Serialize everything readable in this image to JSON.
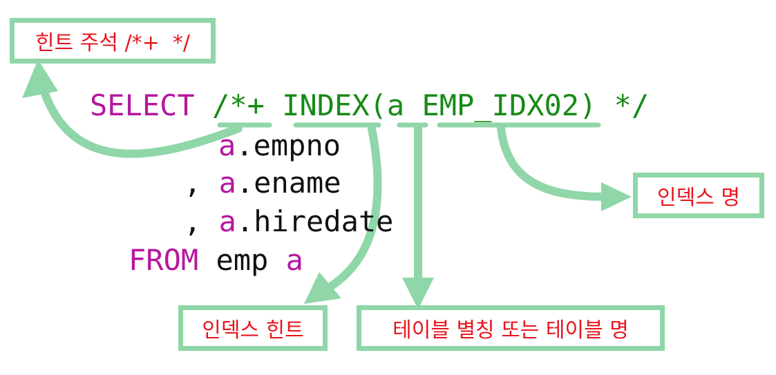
{
  "colors": {
    "keyword": "#b5179e",
    "hint": "#168a16",
    "label_text": "#e8141c",
    "annotation_green": "#8fd6a8",
    "plain": "#111111"
  },
  "code": {
    "line1": {
      "select": "SELECT",
      "hint_open": "/*+",
      "index_kw": "INDEX(",
      "alias": "a",
      "index_name": "EMP_IDX02",
      "close": ")",
      "hint_close": "*/"
    },
    "line2": {
      "alias": "a",
      "column": ".empno"
    },
    "line3": {
      "comma": ",",
      "alias": "a",
      "column": ".ename"
    },
    "line4": {
      "comma": ",",
      "alias": "a",
      "column": ".hiredate"
    },
    "line5": {
      "from": "FROM",
      "table": "emp",
      "alias": "a"
    }
  },
  "labels": {
    "hint_comment": "힌트 주석 /*+  */",
    "index_name": "인덱스 명",
    "index_hint": "인덱스 힌트",
    "table_alias": "테이블 별칭 또는 테이블 명"
  }
}
